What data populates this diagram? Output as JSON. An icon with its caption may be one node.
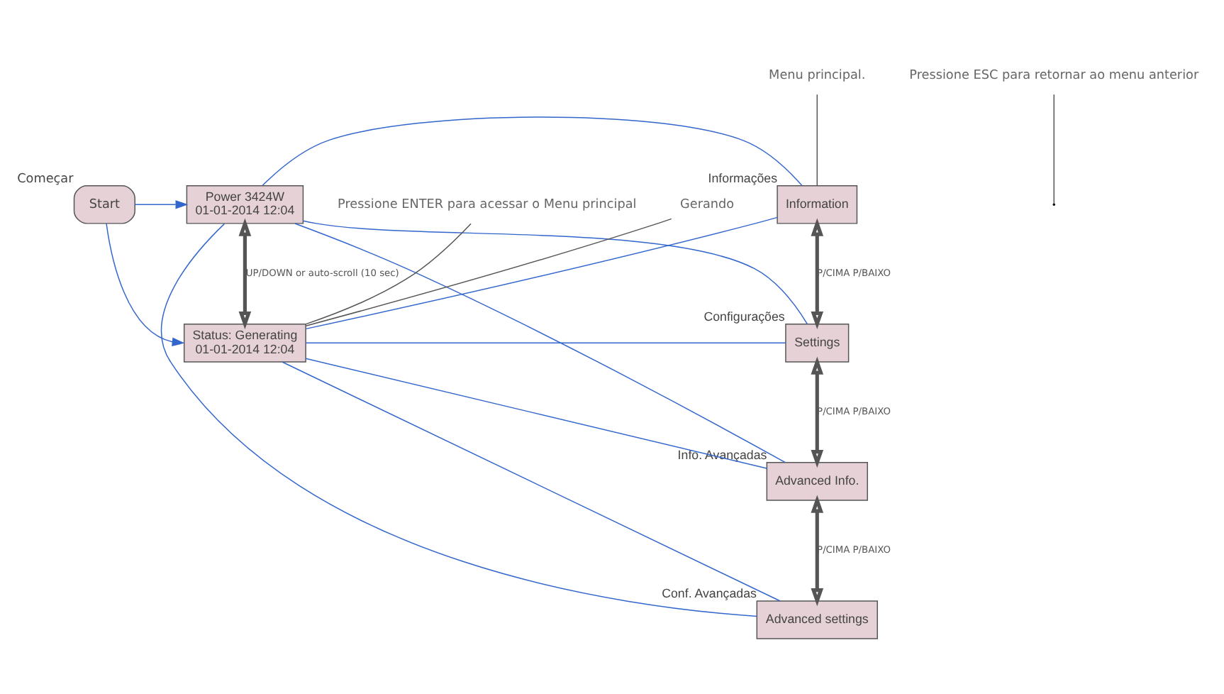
{
  "diagram": {
    "nodes": [
      {
        "text": [
          "Start"
        ],
        "beside": [
          "Começar"
        ]
      },
      {
        "text": [
          "Power 3424W",
          "01-01-2014 12:04"
        ]
      },
      {
        "text": [
          "Status: Generating",
          "01-01-2014 12:04"
        ]
      },
      {
        "text": [
          "Information"
        ],
        "beside": [
          "Informações"
        ]
      },
      {
        "text": [
          "Settings"
        ],
        "beside": [
          "Configurações"
        ]
      },
      {
        "text": [
          "Advanced Info."
        ],
        "beside": [
          "Info. Avançadas"
        ]
      },
      {
        "text": [
          "Advanced settings"
        ],
        "beside": [
          "Conf. Avançadas"
        ]
      },
      {
        "text": [
          "Pressione ESC para retornar ao menu anterior"
        ]
      },
      {
        "text": [
          "Pressione ENTER para acessar o Menu principal"
        ]
      },
      {
        "text": [
          "Menu principal."
        ]
      },
      {
        "text": [
          "Gerando"
        ]
      }
    ],
    "edges": [
      {
        "from": 0,
        "to": 1,
        "arrow": "to"
      },
      {
        "from": 0,
        "to": 2,
        "arrow": "to"
      },
      {
        "from": 1,
        "to": 2,
        "arrow": "both",
        "label": "UP/DOWN or auto-scroll (10 sec)",
        "style": "thick",
        "color": "#555555"
      },
      {
        "from": 1,
        "to": 3,
        "arrow": "none"
      },
      {
        "from": 1,
        "to": 4,
        "arrow": "none"
      },
      {
        "from": 1,
        "to": 5,
        "arrow": "none"
      },
      {
        "from": 1,
        "to": 6,
        "arrow": "none"
      },
      {
        "from": 2,
        "to": 3,
        "arrow": "none"
      },
      {
        "from": 2,
        "to": 4,
        "arrow": "none"
      },
      {
        "from": 2,
        "to": 5,
        "arrow": "none"
      },
      {
        "from": 2,
        "to": 6,
        "arrow": "none"
      },
      {
        "from": 3,
        "to": 4,
        "arrow": "both",
        "label": "P/CIMA P/BAIXO",
        "style": "thick",
        "color": "#555555"
      },
      {
        "from": 4,
        "to": 5,
        "arrow": "both",
        "label": "P/CIMA P/BAIXO",
        "style": "thick",
        "color": "#555555"
      },
      {
        "from": 5,
        "to": 6,
        "arrow": "both",
        "label": "P/CIMA P/BAIXO",
        "style": "thick",
        "color": "#555555"
      },
      {
        "from": 7,
        "to": null,
        "arrow": "none",
        "color": "#555555"
      },
      {
        "from": 8,
        "to": 2,
        "arrow": "none",
        "color": "#555555"
      },
      {
        "from": 9,
        "to": 3,
        "arrow": "none",
        "color": "#555555"
      },
      {
        "from": 10,
        "to": 2,
        "arrow": "none",
        "color": "#555555"
      }
    ]
  }
}
